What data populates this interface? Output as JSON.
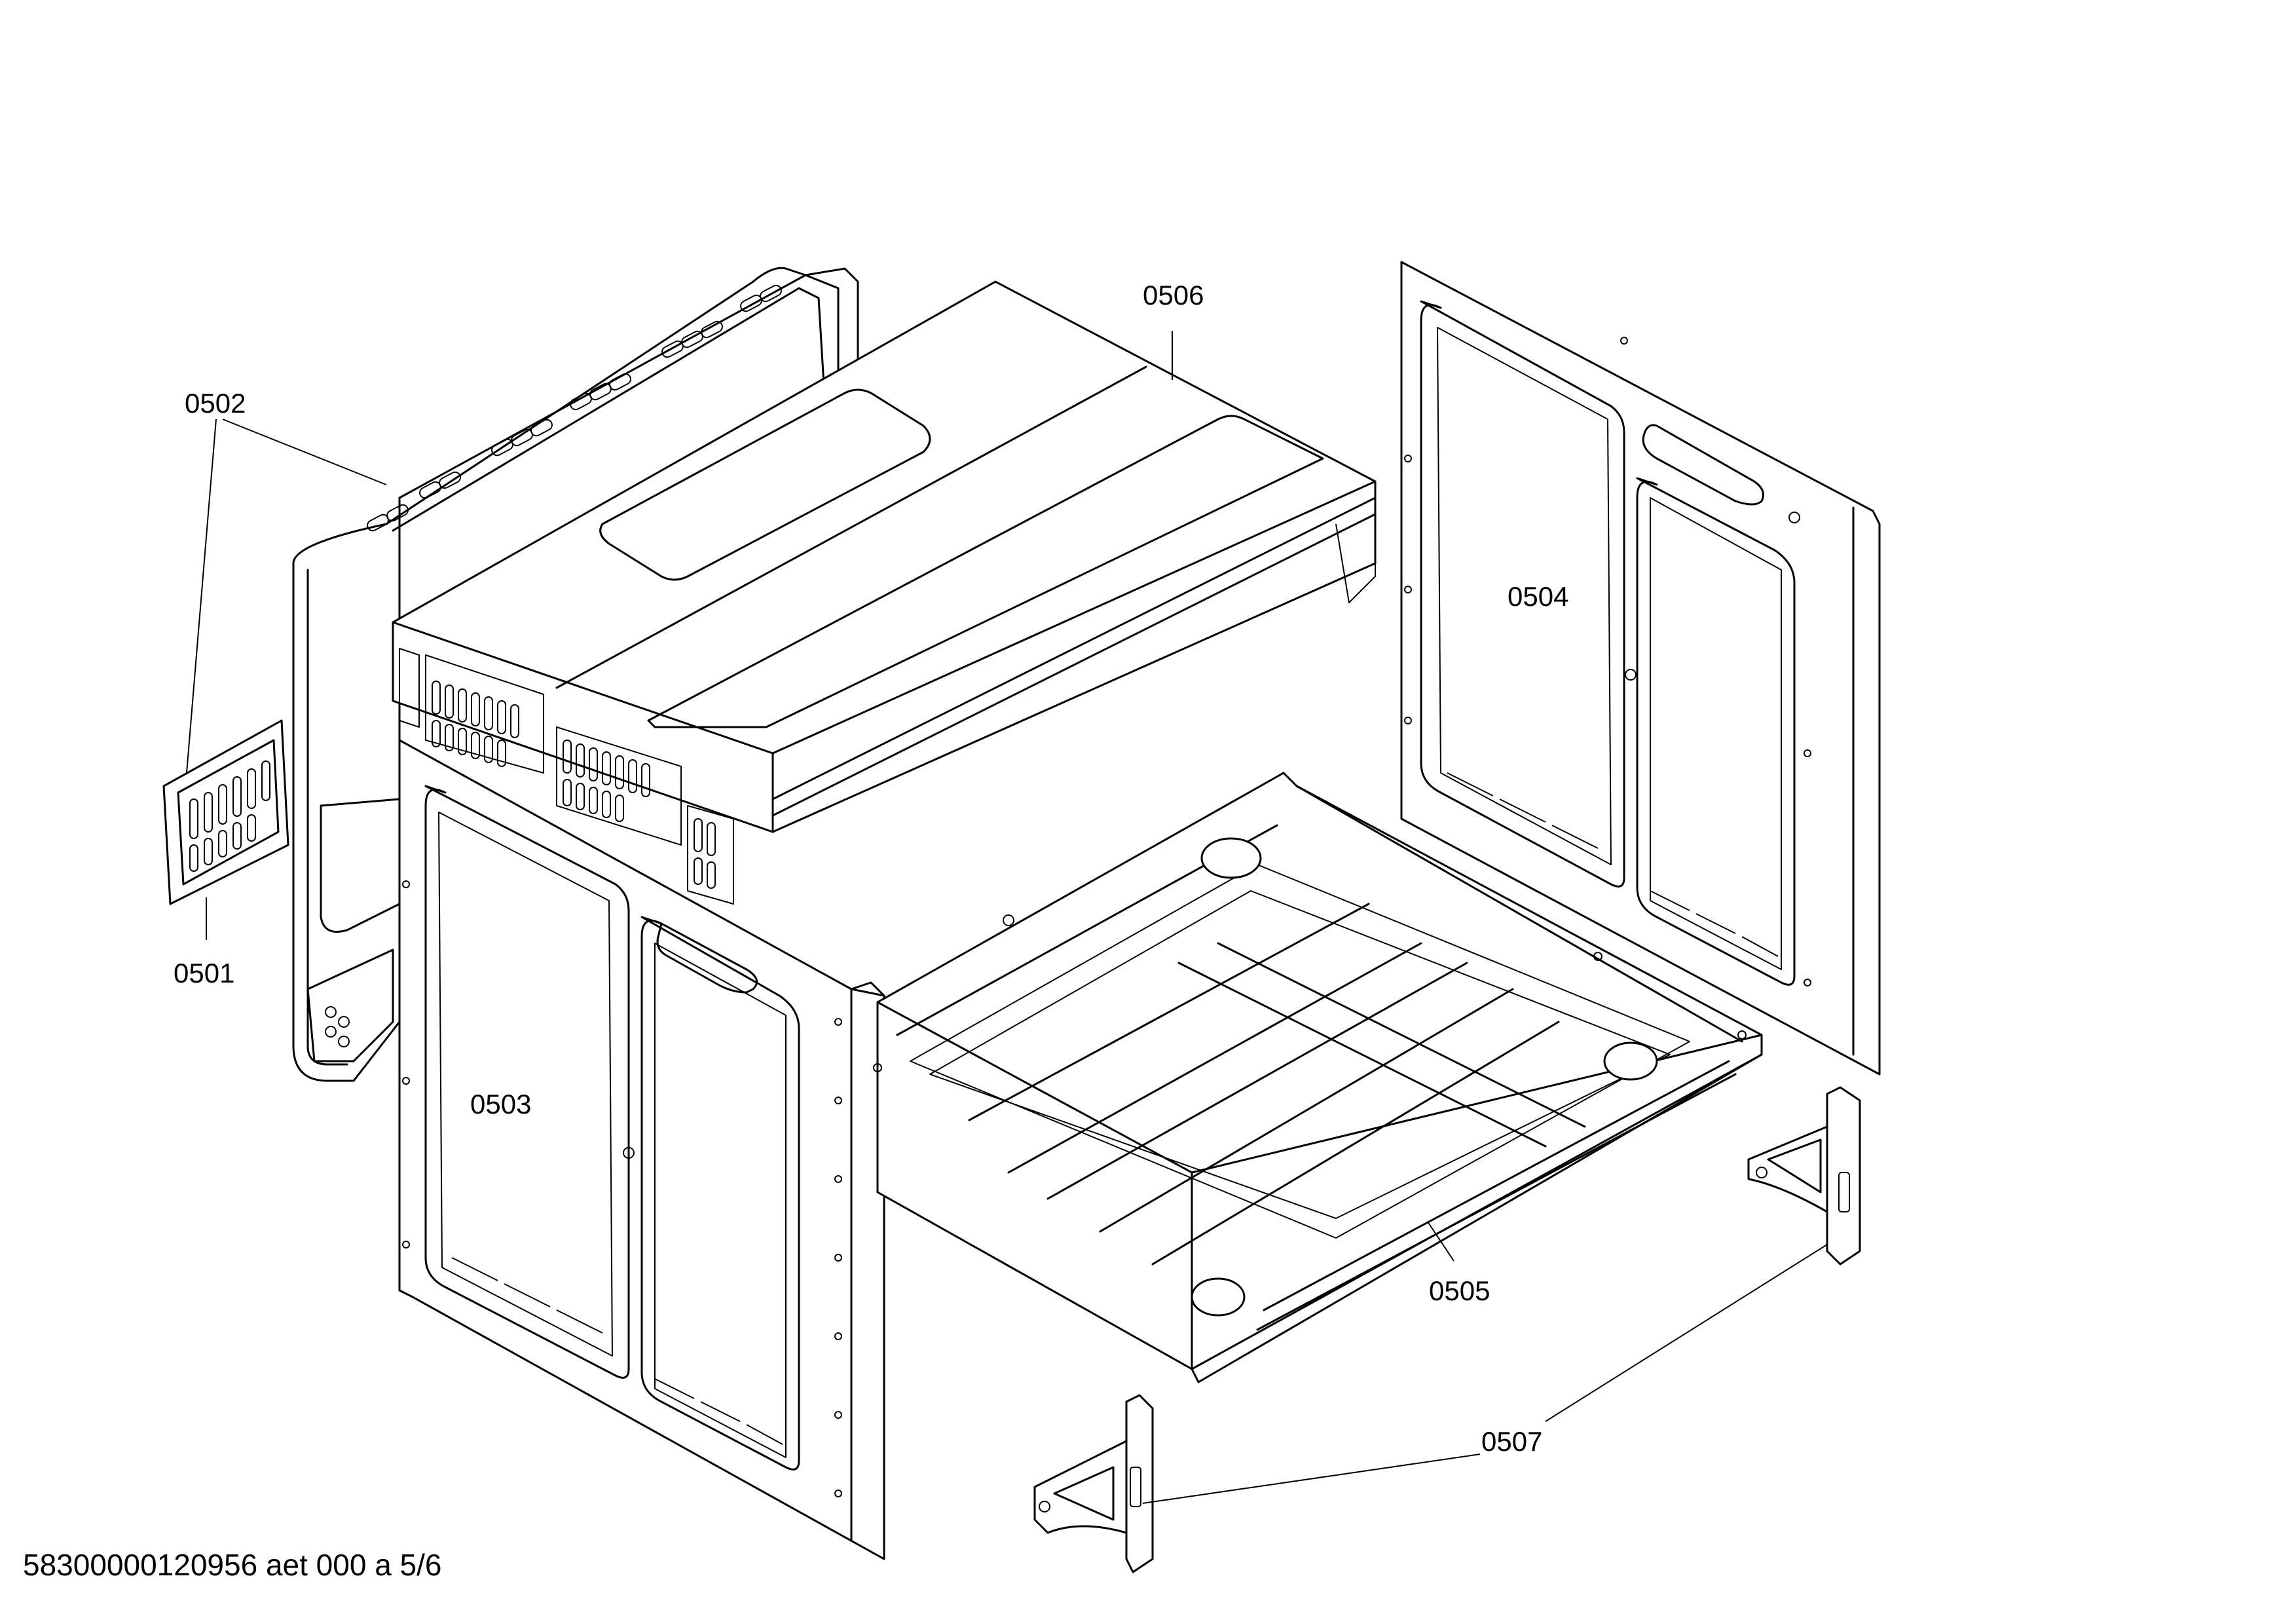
{
  "labels": {
    "p0501": "0501",
    "p0502": "0502",
    "p0503": "0503",
    "p0504": "0504",
    "p0505": "0505",
    "p0506": "0506",
    "p0507": "0507"
  },
  "footer": "58300000120956 aet 000 a 5/6"
}
